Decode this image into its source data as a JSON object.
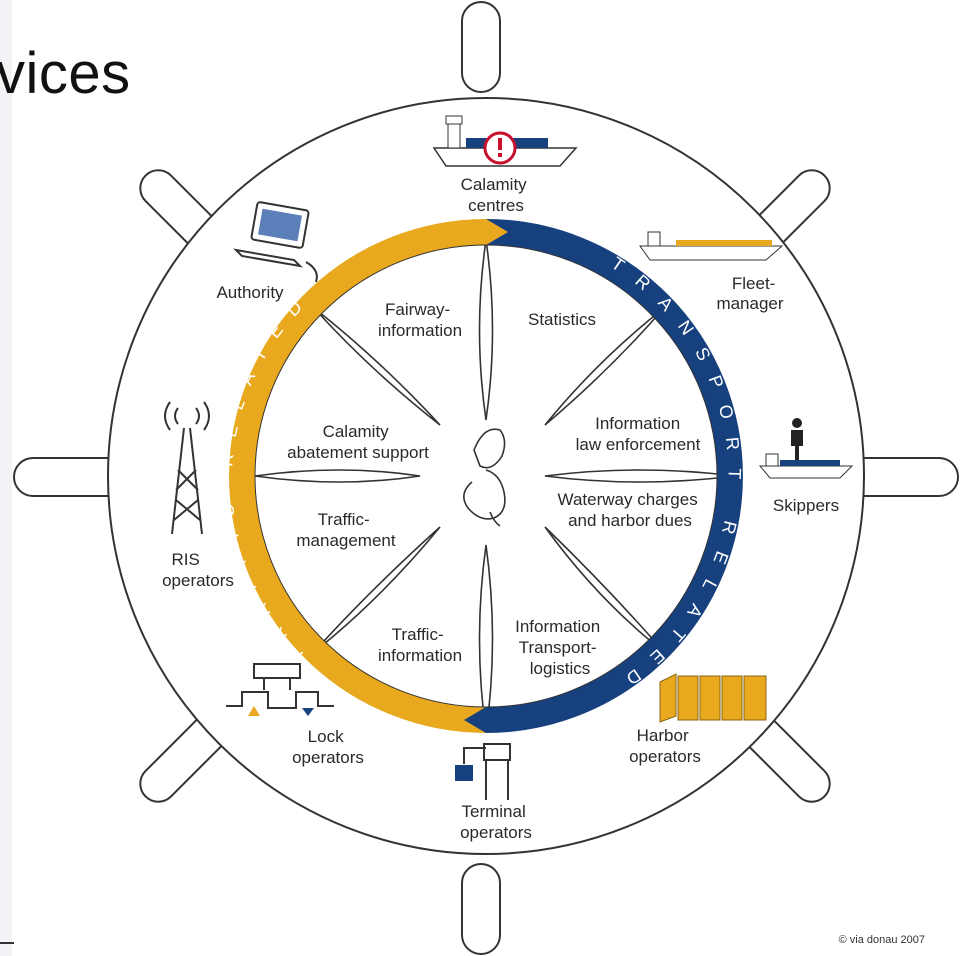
{
  "page": {
    "title": "vices",
    "copyright": "© via donau 2007"
  },
  "ring": {
    "left_label": "TRAFFIC RELATED",
    "right_label": "TRANSPORT RELATED",
    "left_color": "#e8a91e",
    "right_color": "#17407f"
  },
  "actors": {
    "calamity_centres": [
      "Calamity",
      "centres"
    ],
    "fleet_manager": [
      "Fleet-",
      "manager"
    ],
    "skippers": [
      "Skippers"
    ],
    "harbor_operators": [
      "Harbor",
      "operators"
    ],
    "terminal_operators": [
      "Terminal",
      "operators"
    ],
    "lock_operators": [
      "Lock",
      "operators"
    ],
    "ris_operators": [
      "RIS",
      "operators"
    ],
    "authority": [
      "Authority"
    ]
  },
  "services": {
    "fairway_information": [
      "Fairway-",
      "information"
    ],
    "statistics": [
      "Statistics"
    ],
    "information_law_enforcement": [
      "Information",
      "law enforcement"
    ],
    "waterway_charges": [
      "Waterway charges",
      "and harbor dues"
    ],
    "information_transport_logistics": [
      "Information",
      "Transport-",
      "logistics"
    ],
    "traffic_information": [
      "Traffic-",
      "information"
    ],
    "traffic_management": [
      "Traffic-",
      "management"
    ],
    "calamity_abatement_support": [
      "Calamity",
      "abatement support"
    ]
  },
  "icons": [
    "ship-alert-icon",
    "barge-icon",
    "skipper-boat-icon",
    "containers-icon",
    "crane-icon",
    "lock-icon",
    "radio-tower-icon",
    "computer-icon",
    "hand-icon"
  ]
}
